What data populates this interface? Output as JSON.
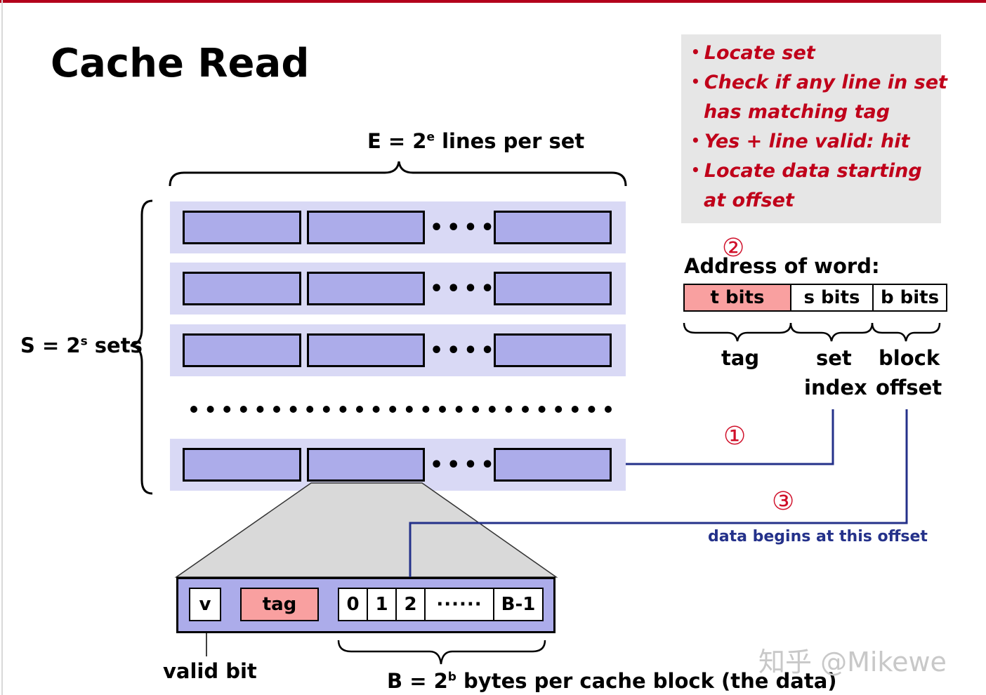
{
  "title": "Cache Read",
  "notes": [
    {
      "bullet": "•",
      "text": "Locate set",
      "cont": ""
    },
    {
      "bullet": "•",
      "text": "Check if any line in set",
      "cont": "has matching tag"
    },
    {
      "bullet": "•",
      "text": "Yes + line valid: hit",
      "cont": ""
    },
    {
      "bullet": "•",
      "text": "Locate data starting",
      "cont": "at offset"
    }
  ],
  "lines_label": {
    "prefix": "E = 2",
    "sup": "e",
    "suffix": " lines per set"
  },
  "sets_label": {
    "prefix": "S = 2",
    "sup": "s",
    "suffix": " sets"
  },
  "address": {
    "title": "Address of word:",
    "fields": [
      {
        "text": "t bits",
        "label1": "tag",
        "label2": "",
        "color": "#f9a0a0"
      },
      {
        "text": "s bits",
        "label1": "set",
        "label2": "index",
        "color": "#ffffff"
      },
      {
        "text": "b bits",
        "label1": "block",
        "label2": "offset",
        "color": "#ffffff"
      }
    ]
  },
  "steps": {
    "one": "①",
    "two": "②",
    "three": "③"
  },
  "offset_note": "data begins at this offset",
  "dots4": "••••",
  "block": {
    "valid": "v",
    "tag": "tag",
    "bytes": [
      "0",
      "1",
      "2"
    ],
    "ellipsis": "······",
    "last": "B-1",
    "valid_label": "valid bit",
    "bytes_label": {
      "prefix": "B = 2",
      "sup": "b",
      "suffix": " bytes per cache block (the data)"
    }
  },
  "watermark": "知乎 @Mikewe",
  "colors": {
    "line_fill": "#acacea",
    "set_band": "#d9d9f5",
    "tag_fill": "#f9a0a0",
    "accent_red": "#c0001a",
    "step_red": "#d0102a",
    "connector_blue": "#24318a",
    "notes_bg": "#e6e6e6"
  }
}
